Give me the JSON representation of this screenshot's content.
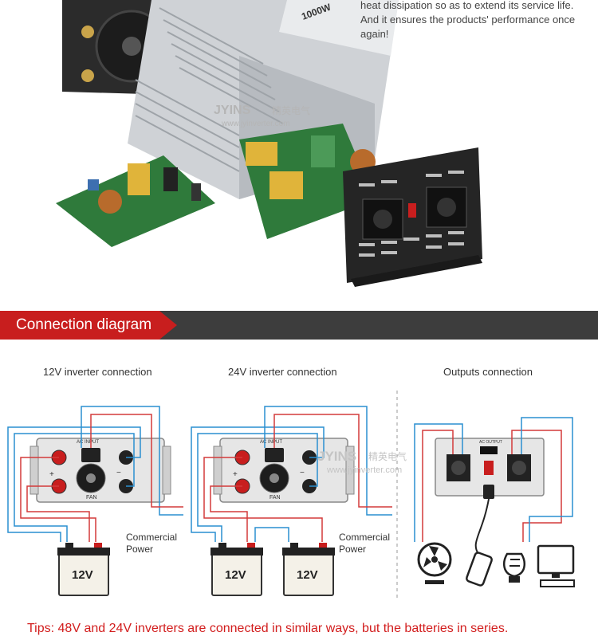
{
  "feature": {
    "line1": "heat dissipation so as to extend its service life.",
    "line2": "And it ensures the products' performance once",
    "line3": "again!"
  },
  "product": {
    "brand": "JYINS",
    "brand_cn": "精英电气",
    "website": "www.jyinverter.com",
    "rating_label": "1000W"
  },
  "section": {
    "title": "Connection diagram"
  },
  "columns": [
    {
      "label": "12V inverter connection"
    },
    {
      "label": "24V inverter connection"
    },
    {
      "label": "Outputs connection"
    }
  ],
  "diagram": {
    "ac_input_label": "AC INPUT",
    "fan_label": "FAN",
    "plus": "+",
    "minus": "−",
    "battery_label": "12V",
    "grid_label_line1": "Commercial",
    "grid_label_line2": "Power",
    "ac_output_label": "AC OUTPUT"
  },
  "tips": "Tips: 48V and 24V inverters are connected in similar ways, but the batteries in series.",
  "colors": {
    "accent_red": "#c81e1e",
    "wire_red": "#d43a3a",
    "wire_blue": "#2a8fd0",
    "bar_dark": "#3d3d3d"
  }
}
